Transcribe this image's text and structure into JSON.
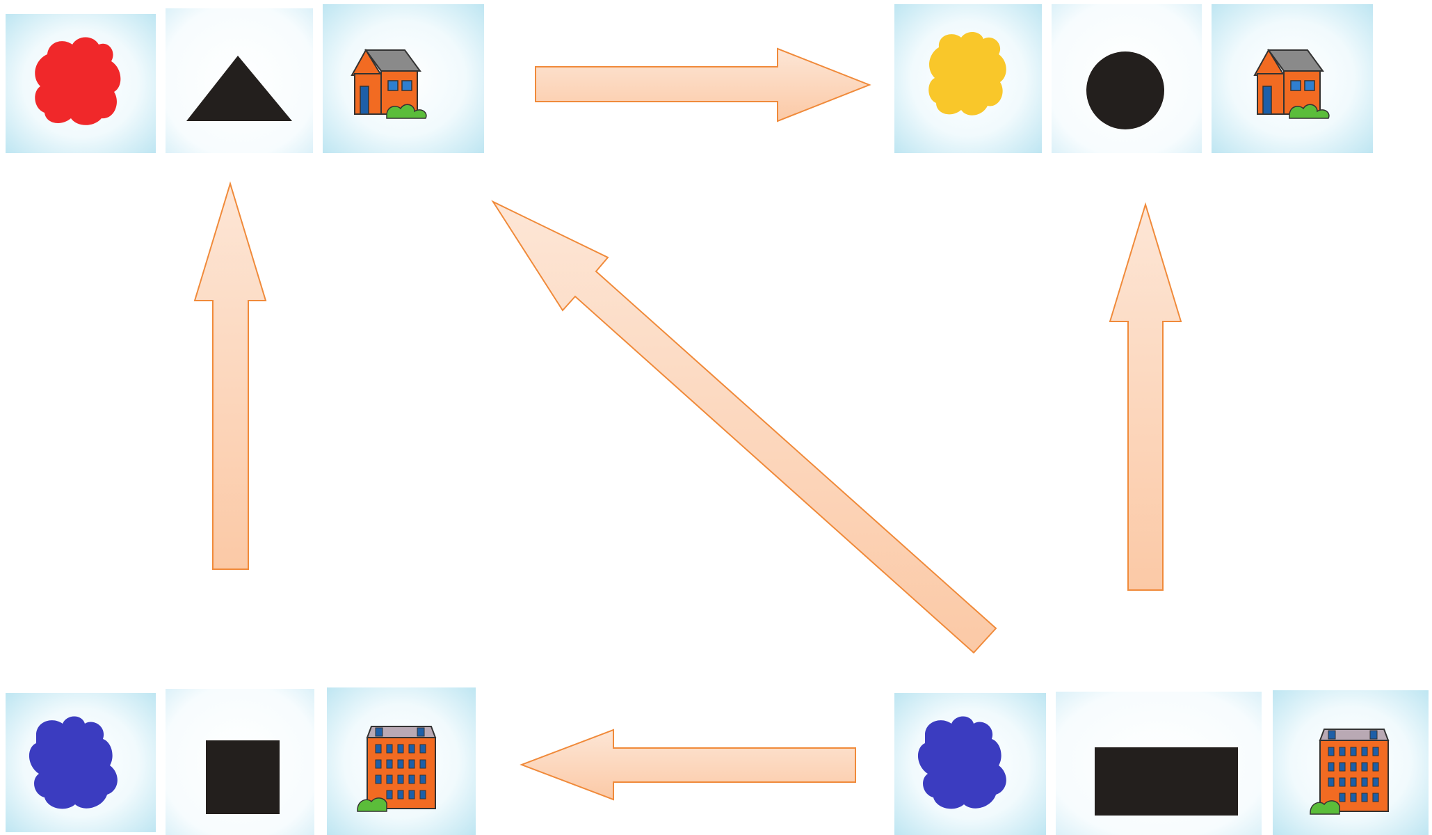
{
  "colors": {
    "red": "#f0282a",
    "yellow": "#f9c72a",
    "blue": "#3b3cc0",
    "black": "#231f1d",
    "arrow_fill": "#fcd2b4",
    "arrow_stroke": "#f08a3a",
    "card_tint": "#bfe6f2",
    "house_wall": "#f26b22",
    "house_roof": "#8a8a8a",
    "bush": "#5bbd3a"
  },
  "groups": [
    {
      "id": "top-left",
      "blob": "red",
      "shape": "triangle",
      "building": "house"
    },
    {
      "id": "top-right",
      "blob": "yellow",
      "shape": "circle",
      "building": "house"
    },
    {
      "id": "bottom-left",
      "blob": "blue",
      "shape": "square",
      "building": "apartment"
    },
    {
      "id": "bottom-right",
      "blob": "blue",
      "shape": "rectangle",
      "building": "apartment"
    }
  ],
  "arrows": [
    {
      "from": "top-left",
      "to": "top-right",
      "direction": "right"
    },
    {
      "from": "bottom-left",
      "to": "top-left",
      "direction": "up"
    },
    {
      "from": "bottom-right",
      "to": "top-right",
      "direction": "up"
    },
    {
      "from": "bottom-right",
      "to": "bottom-left",
      "direction": "left"
    },
    {
      "from": "bottom-right",
      "to": "top-left",
      "direction": "up-left"
    }
  ]
}
